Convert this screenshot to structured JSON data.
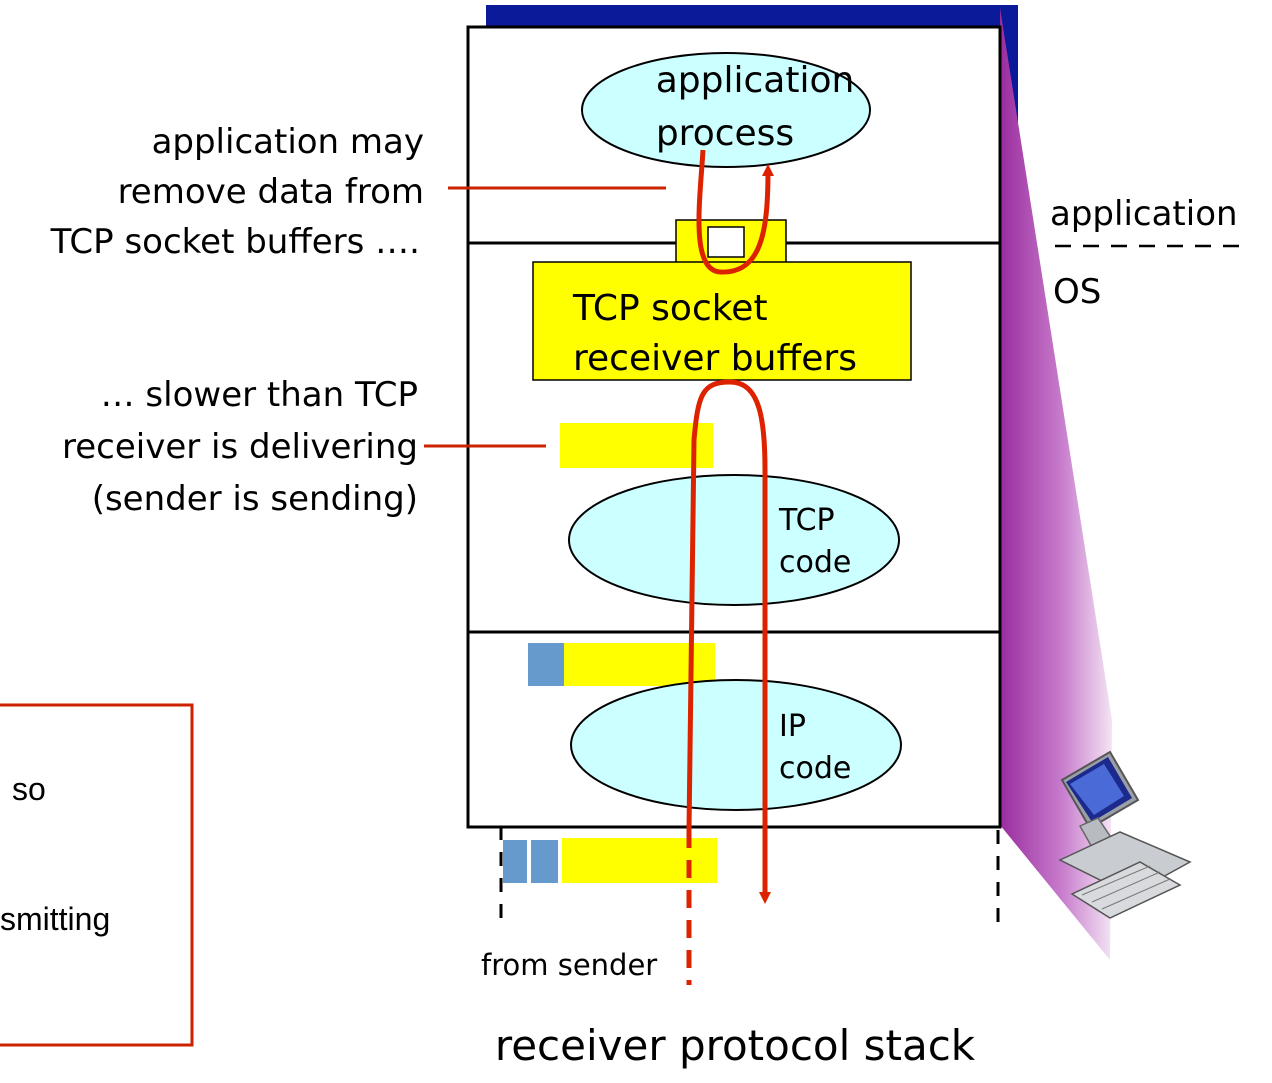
{
  "labels": {
    "app_process_line1": "application",
    "app_process_line2": "process",
    "socket_buffers_line1": "TCP socket",
    "socket_buffers_line2": "receiver buffers",
    "tcp_code_line1": "TCP",
    "tcp_code_line2": "code",
    "ip_code_line1": "IP",
    "ip_code_line2": "code",
    "app_side": "application",
    "os_side": "OS",
    "from_sender": "from sender",
    "caption": "receiver protocol stack"
  },
  "annotations": {
    "remove_line1": "application may",
    "remove_line2": "remove data from",
    "remove_line3": "TCP socket buffers ….",
    "slower_line1": "… slower than TCP",
    "slower_line2": "receiver is delivering",
    "slower_line3": "(sender is sending)"
  },
  "callout_box": {
    "line1": "so",
    "line2": "smitting"
  },
  "colors": {
    "ellipse_fill": "#ccffff",
    "buffer_yellow": "#ffff00",
    "header_blue": "#6699cc",
    "arrow_red": "#dd2200",
    "callout_border": "#cc2200",
    "dark_blue": "#0a1a99",
    "wedge_purple": "#993399"
  },
  "icons": {
    "computer": "computer-icon"
  }
}
